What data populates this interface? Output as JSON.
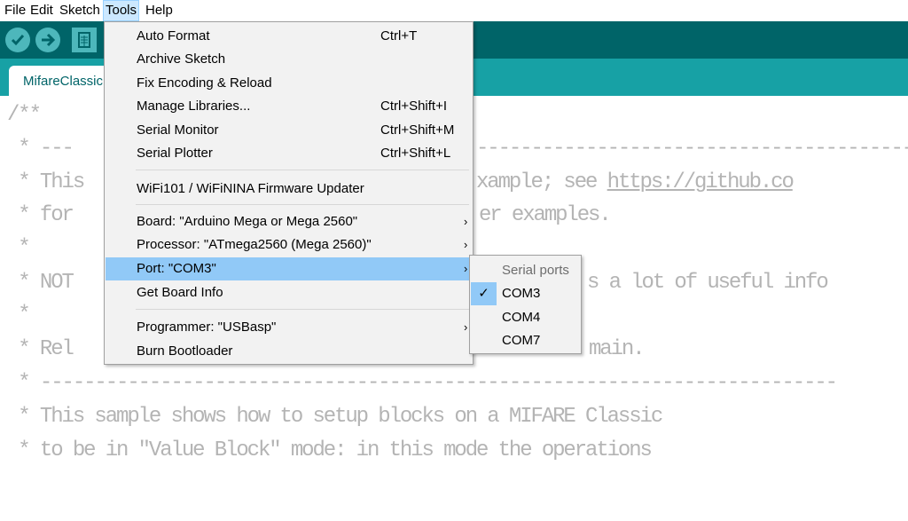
{
  "menubar": [
    "File",
    "Edit",
    "Sketch",
    "Tools",
    "Help"
  ],
  "tab": {
    "label": "MifareClassic"
  },
  "colors": {
    "toolbar": "#006468",
    "tabbar": "#17a1a5",
    "button": "#4db7bb",
    "highlight": "#91c9f7"
  },
  "code": {
    "l1": "/**",
    "l2a": " * ---",
    "l2b": "----------------------------------------",
    "l3a": " * This",
    "l3b": "xample; see ",
    "l3link": "https://github.co",
    "l4a": " * for",
    "l4b": "er examples.",
    "l5": " *",
    "l6a": " * NOT",
    "l6b": "s a lot of useful info",
    "l7": " *",
    "l8a": " * Rel",
    "l8b": "main.",
    "l9": " * -------------------------------------------------------------------------",
    "l10": " * This sample shows how to setup blocks on a MIFARE Classic",
    "l11": " * to be in \"Value Block\" mode: in this mode the operations"
  },
  "tools_menu": {
    "items": [
      {
        "label": "Auto Format",
        "shortcut": "Ctrl+T"
      },
      {
        "label": "Archive Sketch"
      },
      {
        "label": "Fix Encoding & Reload"
      },
      {
        "label": "Manage Libraries...",
        "shortcut": "Ctrl+Shift+I"
      },
      {
        "label": "Serial Monitor",
        "shortcut": "Ctrl+Shift+M"
      },
      {
        "label": "Serial Plotter",
        "shortcut": "Ctrl+Shift+L"
      },
      {
        "label": "WiFi101 / WiFiNINA Firmware Updater"
      },
      {
        "label": "Board: \"Arduino Mega or Mega 2560\"",
        "arrow": "›"
      },
      {
        "label": "Processor: \"ATmega2560 (Mega 2560)\"",
        "arrow": "›"
      },
      {
        "label": "Port: \"COM3\"",
        "arrow": "›",
        "highlighted": true
      },
      {
        "label": "Get Board Info"
      },
      {
        "label": "Programmer: \"USBasp\"",
        "arrow": "›"
      },
      {
        "label": "Burn Bootloader"
      }
    ]
  },
  "port_submenu": {
    "header": "Serial ports",
    "items": [
      {
        "label": "COM3",
        "checked": true,
        "check": "✓"
      },
      {
        "label": "COM4"
      },
      {
        "label": "COM7"
      }
    ]
  }
}
